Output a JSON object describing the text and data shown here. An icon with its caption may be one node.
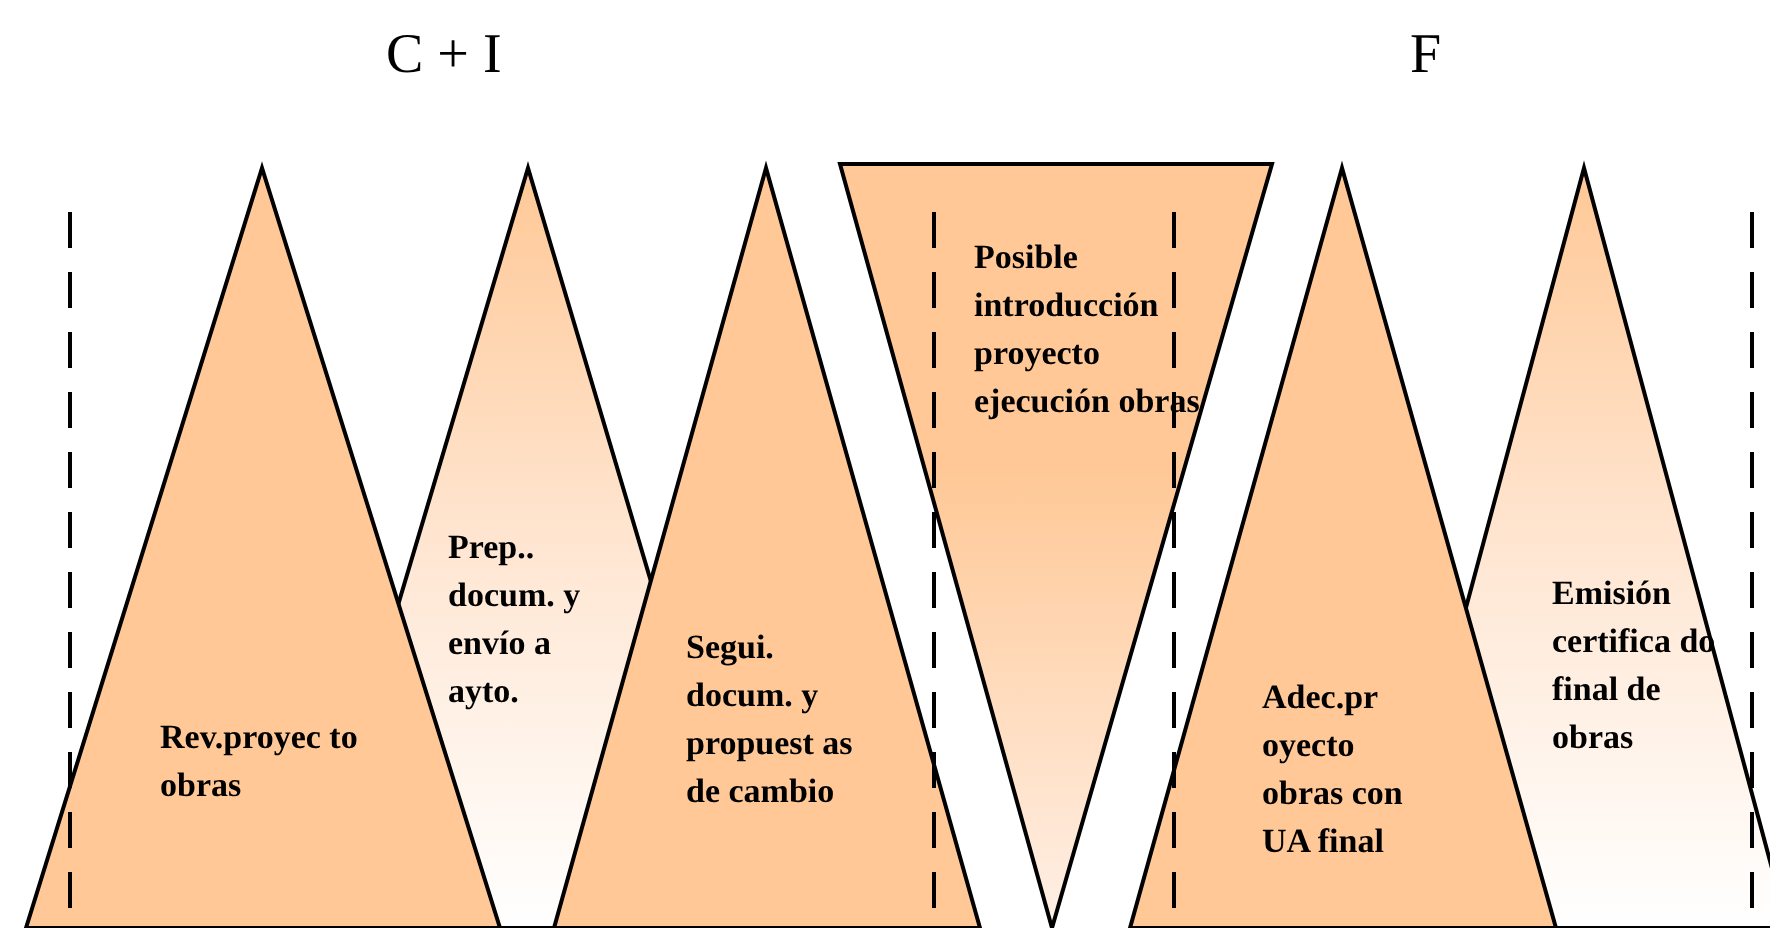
{
  "diagram": {
    "nodes": [
      {
        "text": [
          "Rev.proyec to obras"
        ]
      },
      {
        "text": [
          "Prep.. docum. y envío a ayto."
        ]
      },
      {
        "text": [
          "Segui. docum. y propuest as de cambio"
        ]
      },
      {
        "text": [
          "Posible introducción proyecto ejecución obras"
        ]
      },
      {
        "text": [
          "Adec.pr oyecto obras con UA final"
        ]
      },
      {
        "text": [
          "Emisión certifica do final de obras"
        ]
      }
    ],
    "edges": [],
    "labels": [
      "C + I",
      "F"
    ]
  }
}
